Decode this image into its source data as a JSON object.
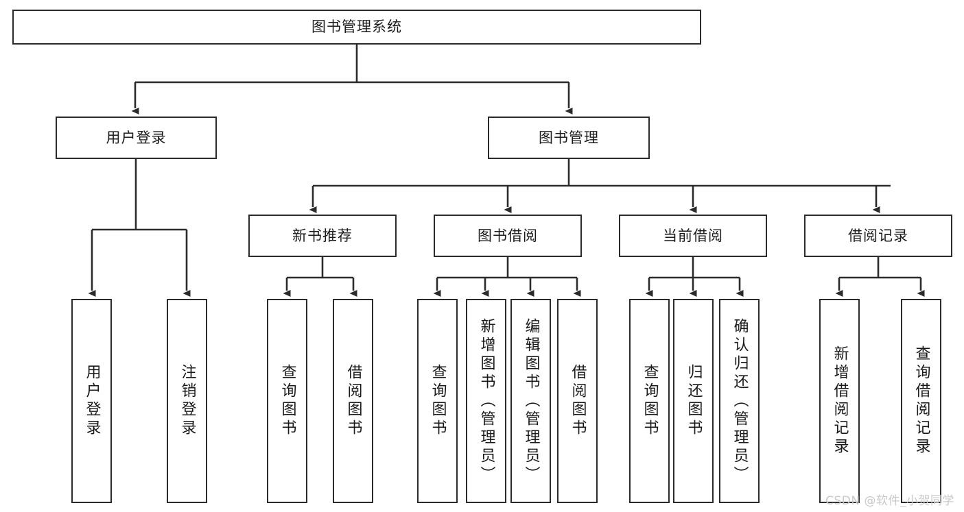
{
  "diagram": {
    "title": "图书管理系统",
    "type": "tree-hierarchy",
    "root": {
      "id": "root",
      "label": "图书管理系统"
    },
    "level2": [
      {
        "id": "user-login",
        "label": "用户登录"
      },
      {
        "id": "book-manage",
        "label": "图书管理"
      }
    ],
    "level3": [
      {
        "id": "new-book-recommend",
        "label": "新书推荐",
        "parent": "book-manage"
      },
      {
        "id": "book-borrow",
        "label": "图书借阅",
        "parent": "book-manage"
      },
      {
        "id": "current-borrow",
        "label": "当前借阅",
        "parent": "book-manage"
      },
      {
        "id": "borrow-record",
        "label": "借阅记录",
        "parent": "book-manage"
      }
    ],
    "leaves": [
      {
        "id": "leaf-user-login",
        "label": "用户登录",
        "parent": "user-login"
      },
      {
        "id": "leaf-logout-login",
        "label": "注销登录",
        "parent": "user-login"
      },
      {
        "id": "leaf-query-book-1",
        "label": "查询图书",
        "parent": "new-book-recommend"
      },
      {
        "id": "leaf-borrow-book-1",
        "label": "借阅图书",
        "parent": "new-book-recommend"
      },
      {
        "id": "leaf-query-book-2",
        "label": "查询图书",
        "parent": "book-borrow"
      },
      {
        "id": "leaf-add-book",
        "label": "新增图书（管理员）",
        "parent": "book-borrow"
      },
      {
        "id": "leaf-edit-book",
        "label": "编辑图书（管理员）",
        "parent": "book-borrow"
      },
      {
        "id": "leaf-borrow-book-2",
        "label": "借阅图书",
        "parent": "book-borrow"
      },
      {
        "id": "leaf-query-book-3",
        "label": "查询图书",
        "parent": "current-borrow"
      },
      {
        "id": "leaf-return-book",
        "label": "归还图书",
        "parent": "current-borrow"
      },
      {
        "id": "leaf-confirm-return",
        "label": "确认归还（管理员）",
        "parent": "current-borrow"
      },
      {
        "id": "leaf-add-record",
        "label": "新增借阅记录",
        "parent": "borrow-record"
      },
      {
        "id": "leaf-query-record",
        "label": "查询借阅记录",
        "parent": "borrow-record"
      }
    ],
    "colors": {
      "stroke": "#2b2b2b",
      "fill": "#ffffff",
      "text": "#1a1a1a",
      "watermark": "#c9c9c9"
    }
  },
  "watermark": {
    "text": "CSDN @软件_小贺同学"
  }
}
